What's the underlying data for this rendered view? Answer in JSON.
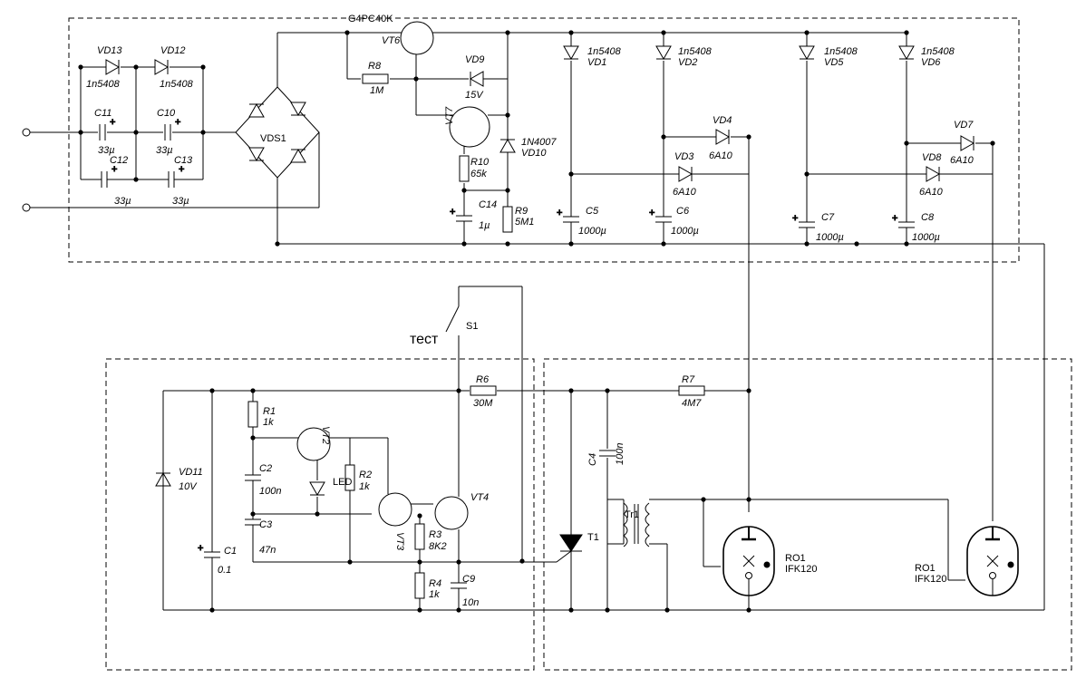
{
  "diagram": {
    "transistor_model": "G4PC40K",
    "test_label": "тест",
    "labels": {
      "VD13": "VD13",
      "VD12": "VD12",
      "VD13_val": "1n5408",
      "VD12_val": "1n5408",
      "C11": "C11",
      "C10": "C10",
      "C11_val": "33µ",
      "C10_val": "33µ",
      "C12": "C12",
      "C13": "C13",
      "C12_val": "33µ",
      "C13_val": "33µ",
      "VDS1": "VDS1",
      "VT6": "VT6",
      "R8": "R8",
      "R8_val": "1M",
      "VD9": "VD9",
      "VD9_val": "15V",
      "VT7": "VT7",
      "VD10_val": "1N4007",
      "VD10": "VD10",
      "R10": "R10",
      "R10_val": "65k",
      "C14": "C14",
      "C14_val": "1µ",
      "R9": "R9",
      "R9_val": "5M1",
      "VD1_val": "1n5408",
      "VD1": "VD1",
      "VD2_val": "1n5408",
      "VD2": "VD2",
      "VD5_val": "1n5408",
      "VD5": "VD5",
      "VD6_val": "1n5408",
      "VD6": "VD6",
      "VD4": "VD4",
      "VD4_val": "6A10",
      "VD3": "VD3",
      "VD3_val": "6A10",
      "VD7": "VD7",
      "VD7_val": "6A10",
      "VD8": "VD8",
      "VD8_val": "6A10",
      "C5": "C5",
      "C5_val": "1000µ",
      "C6": "C6",
      "C6_val": "1000µ",
      "C7": "C7",
      "C7_val": "1000µ",
      "C8": "C8",
      "C8_val": "1000µ",
      "S1": "S1",
      "R6": "R6",
      "R6_val": "30M",
      "R7": "R7",
      "R7_val": "4M7",
      "R1": "R1",
      "R1_val": "1k",
      "VT2": "VT2",
      "R2": "R2",
      "R2_val": "1k",
      "LED": "LED",
      "C2": "C2",
      "C2_val": "100n",
      "C3": "C3",
      "C3_val": "47n",
      "VD11": "VD11",
      "VD11_val": "10V",
      "C1": "C1",
      "C1_val": "0.1",
      "VT3": "VT3",
      "R3": "R3",
      "R3_val": "8K2",
      "VT4": "VT4",
      "R4": "R4",
      "R4_val": "1k",
      "C9": "C9",
      "C9_val": "10n",
      "T1": "T1",
      "C4": "C4",
      "C4_val": "100n",
      "Tr1": "Tr1",
      "RO1_a": "RO1",
      "RO1_a_val": "IFK120",
      "RO1_b": "RO1",
      "RO1_b_val": "IFK120"
    }
  }
}
